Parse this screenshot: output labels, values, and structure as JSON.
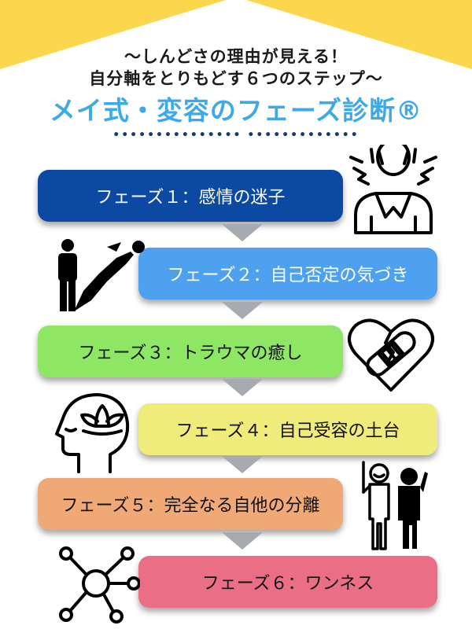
{
  "header": {
    "subtitle_line1": "〜しんどさの理由が見える！",
    "subtitle_line2": "自分軸をとりもどす６つのステップ〜",
    "title": "メイ式・変容のフェーズ診断®",
    "divider": "•••••••••••••••  •••••••••••••"
  },
  "phases": [
    {
      "label": "フェーズ１：感情の迷子",
      "color": "#0b49a3",
      "text_color": "#ffffff",
      "icon": "distressed-person-icon"
    },
    {
      "label": "フェーズ２：自己否定の気づき",
      "color": "#4ea1ee",
      "text_color": "#ffffff",
      "icon": "person-with-shadow-icon"
    },
    {
      "label": "フェーズ３：トラウマの癒し",
      "color": "#8ee665",
      "text_color": "#111111",
      "icon": "bandaged-heart-icon"
    },
    {
      "label": "フェーズ４：自己受容の土台",
      "color": "#f0ec7c",
      "text_color": "#111111",
      "icon": "mindful-head-icon"
    },
    {
      "label": "フェーズ５：完全なる自他の分離",
      "color": "#f1a877",
      "text_color": "#111111",
      "icon": "two-people-icon"
    },
    {
      "label": "フェーズ６：ワンネス",
      "color": "#ea6e86",
      "text_color": "#111111",
      "icon": "network-icon"
    }
  ],
  "colors": {
    "roof": "#fcd64c",
    "title": "#3fa9e8",
    "arrow": "#a7abb0"
  }
}
